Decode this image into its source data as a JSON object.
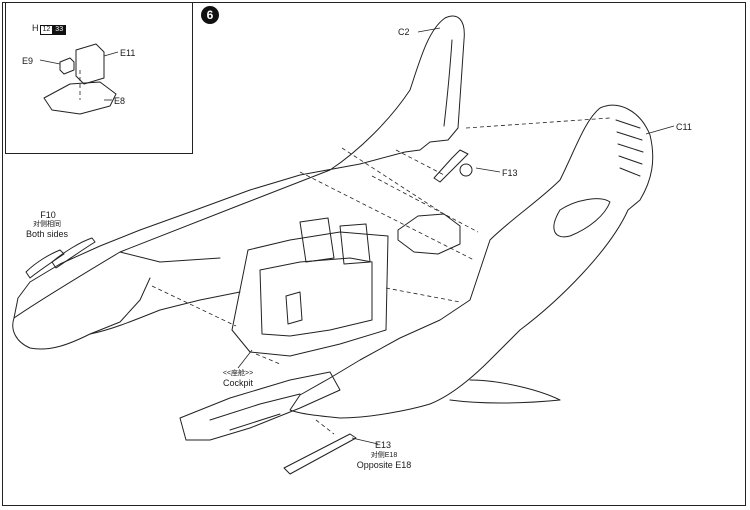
{
  "step": {
    "number": "6"
  },
  "inset": {
    "tag_letter": "H",
    "tag_box1": "12",
    "tag_box2": "33",
    "labels": {
      "e9": "E9",
      "e11": "E11",
      "e8": "E8"
    }
  },
  "parts": {
    "c2": "C2",
    "c11": "C11",
    "f13": "F13",
    "f10": "F10",
    "f10_cn": "对侧相同",
    "f10_en": "Both sides",
    "cockpit_cn": "<<座舱>>",
    "cockpit_en": "Cockpit",
    "e13": "E13",
    "e13_cn": "对侧E18",
    "e13_en": "Opposite E18"
  },
  "colors": {
    "line": "#222222",
    "paper": "#ffffff"
  }
}
